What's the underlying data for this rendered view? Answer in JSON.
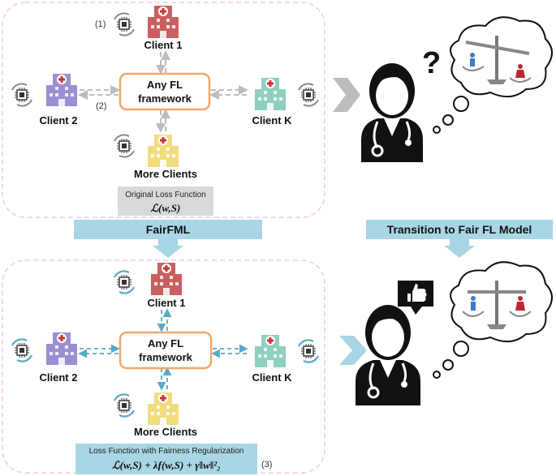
{
  "top_panel": {
    "client1": "Client 1",
    "client2": "Client 2",
    "clientK": "Client K",
    "more": "More Clients",
    "fl_line1": "Any FL",
    "fl_line2": "framework",
    "step1": "(1)",
    "step2": "(2)",
    "loss_caption": "Original Loss Function",
    "loss_formula": "ℒ(w,S)"
  },
  "banners": {
    "left": "FairFML",
    "right": "Transition to Fair FL Model"
  },
  "bottom_panel": {
    "client1": "Client 1",
    "client2": "Client 2",
    "clientK": "Client K",
    "more": "More Clients",
    "fl_line1": "Any FL",
    "fl_line2": "framework",
    "step3": "(3)",
    "loss_caption": "Loss Function with Fairness Regularization",
    "loss_formula": "ℒ(w,S) + λf(w,S) + γ‖w‖²₂"
  },
  "colors": {
    "hospital_red": "#c9605f",
    "hospital_purple": "#9b8fd3",
    "hospital_teal": "#8fcfbf",
    "hospital_yellow": "#f1dc7d",
    "framework_border": "#f0a86a",
    "banner_blue": "#a9d6e5",
    "arrow_blue": "#5aa9c6",
    "arrow_gray": "#bdbdbd",
    "male_blue": "#3b7fc0",
    "female_red": "#c0272d"
  },
  "icons": [
    "hospital-icon",
    "chip-sync-icon",
    "doctor-icon",
    "scale-icon",
    "thumbs-up-icon",
    "question-mark-icon"
  ]
}
